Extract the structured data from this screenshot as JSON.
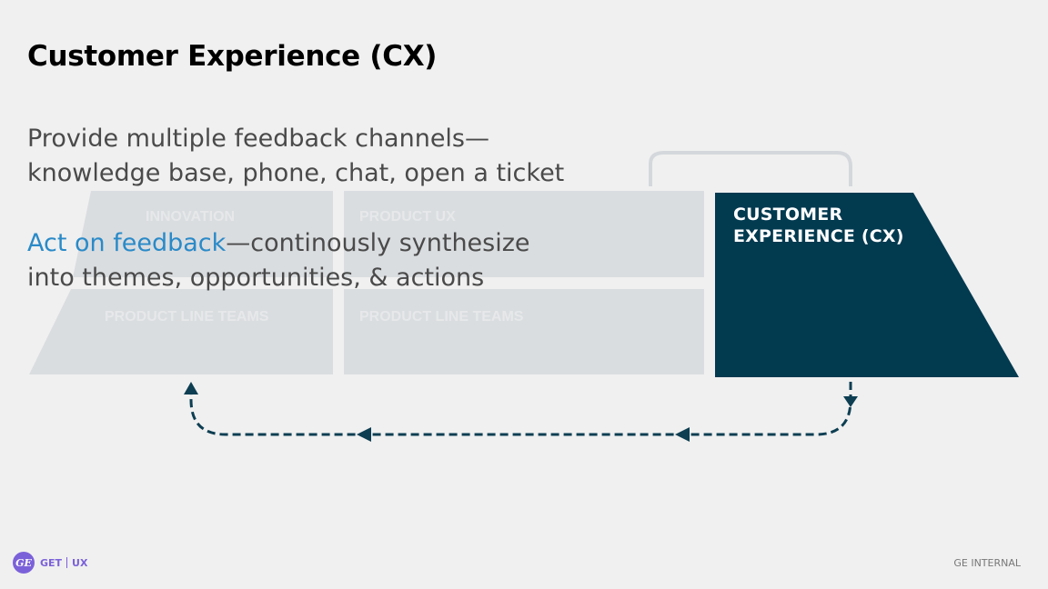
{
  "slide": {
    "title": "Customer Experience (CX)"
  },
  "content": {
    "paragraph1_line1": "Provide multiple feedback channels—",
    "paragraph1_line2": "knowledge base, phone, chat, open a ticket",
    "paragraph2_accent": "Act on feedback",
    "paragraph2_rest_line1": "—continously synthesize",
    "paragraph2_line2": "into themes, opportunities, & actions"
  },
  "diagram": {
    "highlight_label_line1": "CUSTOMER",
    "highlight_label_line2": "EXPERIENCE (CX)",
    "faded_labels": [
      "INNOVATION",
      "PRODUCT LINE TEAMS",
      "PRODUCT UX",
      "PRODUCT LINE TEAMS"
    ],
    "colors": {
      "highlight": "#023a50",
      "faded_box": "#d9dcdf",
      "arrow": "#0d3e52",
      "accent_text": "#2a8ac8"
    }
  },
  "footer": {
    "logo_mark": "GE",
    "brand_left": "GET",
    "brand_right": "UX",
    "classification": "GE INTERNAL"
  }
}
